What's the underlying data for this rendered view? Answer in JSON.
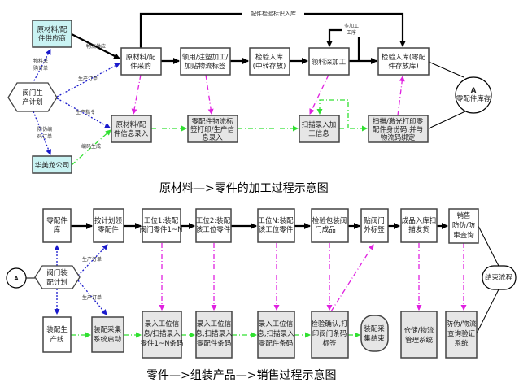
{
  "top": {
    "caption": "原材料—>零件的加工过程示意图",
    "supplier": [
      "原材料/配",
      "件供应商"
    ],
    "huameilong": [
      "华美龙公司"
    ],
    "plan": [
      "阀门生",
      "产计划"
    ],
    "purchase": [
      "原材料/配",
      "件采购"
    ],
    "process": [
      "领用/注塑加工/",
      "加贴物流标签"
    ],
    "inspect1": [
      "检验入库",
      "(中转存放)"
    ],
    "deep": [
      "领料深加工"
    ],
    "inspect2": [
      "检验入库(零配",
      "件存放库)"
    ],
    "stock": [
      "A",
      "零配件库存"
    ],
    "info_in": [
      "原材料/配",
      "件信息录入"
    ],
    "label_print": [
      "零配件物流标",
      "签打印/生产信",
      "息录入"
    ],
    "scan_in": [
      "扫描录入加",
      "工信息"
    ],
    "laser": [
      "扫描/激光打印零",
      "配件身份码,并与",
      "物流码绑定"
    ],
    "edge_labels": {
      "top_line": "配件检验标识入库",
      "multi": [
        "多加工",
        "工序"
      ],
      "supply": "物流供应",
      "material_order": [
        "物料采",
        "购订单"
      ],
      "prod_order": "生产订单",
      "prod_cmd": "生产指令",
      "anti_order": [
        "防伪编",
        "码订单"
      ],
      "code_gen": "编码生成"
    }
  },
  "bottom": {
    "caption": "零件—>组装产品—>销售过程示意图",
    "parts": [
      "零配件",
      "库"
    ],
    "take": [
      "按计划领",
      "零配件"
    ],
    "st1": [
      "工位1:装配",
      "阀门零件1~N"
    ],
    "st2": [
      "工位2:装配",
      "该工位零件"
    ],
    "stn": [
      "工位N:装配",
      "该工位零件"
    ],
    "pack": [
      "检验包装阀",
      "门成品"
    ],
    "outlabel": [
      "贴阀门",
      "外标签"
    ],
    "ship": [
      "成品入库扫",
      "描发货"
    ],
    "sale": [
      "销售",
      "防伪/防",
      "窜查询"
    ],
    "A": "A",
    "plan": [
      "阀门装",
      "配计划"
    ],
    "line": [
      "装配生",
      "产线"
    ],
    "start": [
      "装配采集",
      "系统启动"
    ],
    "rec1": [
      "录入工位信",
      "息/扫描录入",
      "零件1~N条码"
    ],
    "rec2": [
      "录入工位信",
      "息,扫描录入",
      "零配件条码"
    ],
    "recn": [
      "录入工位信",
      "息,扫描录入",
      "零配件条码"
    ],
    "confirm": [
      "检验确认,打",
      "印阀门条码",
      "标签"
    ],
    "end_collect": [
      "装配采",
      "集结束"
    ],
    "wms": [
      "仓储/物流",
      "管理系统"
    ],
    "verify": [
      "防伪/物流",
      "查询验证",
      "系统"
    ],
    "end": "结束流程",
    "order1": "生产订单",
    "order2": "生产订单"
  },
  "colors": {
    "cyan_box": "#c9f3f3",
    "gray_box": "#e6e6e6",
    "blue_arrow": "#1a1acc",
    "magenta_arrow": "#e020e0",
    "green_arrow": "#30e030"
  }
}
